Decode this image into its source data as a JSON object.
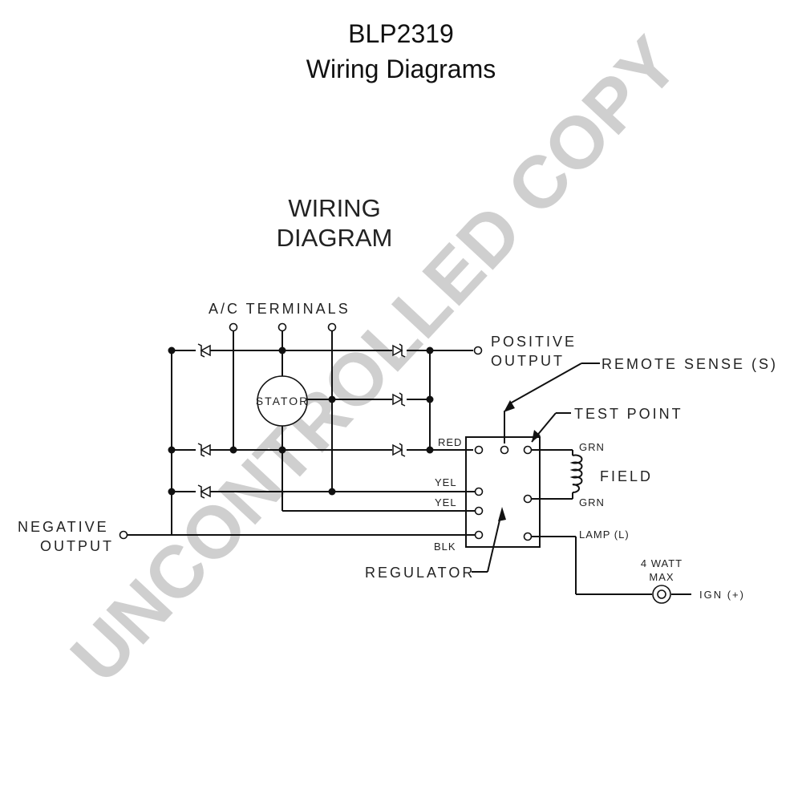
{
  "header": {
    "model": "BLP2319",
    "subtitle": "Wiring Diagrams"
  },
  "diagram": {
    "heading_line1": "WIRING",
    "heading_line2": "DIAGRAM",
    "watermark": "UNCONTROLLED COPY",
    "labels": {
      "ac_terminals": "A/C TERMINALS",
      "positive_output_1": "POSITIVE",
      "positive_output_2": "OUTPUT",
      "remote_sense": "REMOTE SENSE (S)",
      "test_point": "TEST POINT",
      "stator": "STATOR",
      "red": "RED",
      "grn_top": "GRN",
      "field": "FIELD",
      "grn_bottom": "GRN",
      "yel_1": "YEL",
      "yel_2": "YEL",
      "negative_output_1": "NEGATIVE",
      "negative_output_2": "OUTPUT",
      "blk": "BLK",
      "lamp": "LAMP (L)",
      "regulator": "REGULATOR",
      "lamp_rating_1": "4 WATT",
      "lamp_rating_2": "MAX",
      "ign": "IGN (+)"
    }
  }
}
